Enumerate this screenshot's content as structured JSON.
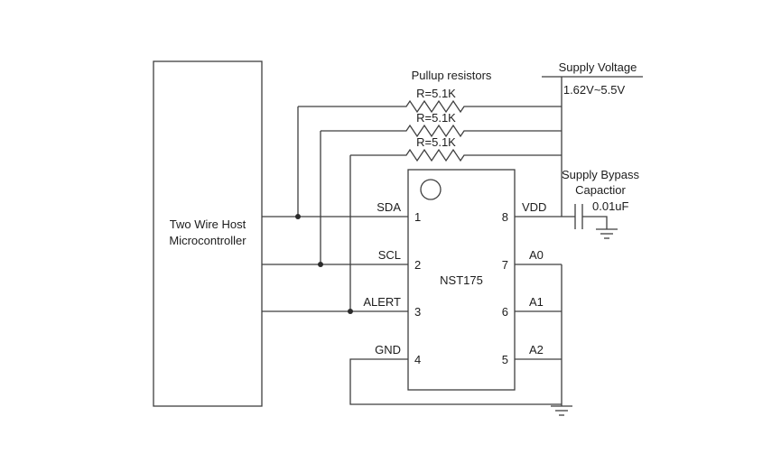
{
  "diagram": {
    "microcontroller": {
      "line1": "Two Wire Host",
      "line2": "Microcontroller"
    },
    "chip": {
      "name": "NST175",
      "left_pins": [
        {
          "num": "1",
          "label": "SDA"
        },
        {
          "num": "2",
          "label": "SCL"
        },
        {
          "num": "3",
          "label": "ALERT"
        },
        {
          "num": "4",
          "label": "GND"
        }
      ],
      "right_pins": [
        {
          "num": "8",
          "label": "VDD"
        },
        {
          "num": "7",
          "label": "A0"
        },
        {
          "num": "6",
          "label": "A1"
        },
        {
          "num": "5",
          "label": "A2"
        }
      ]
    },
    "pullups": {
      "heading": "Pullup resistors",
      "values": [
        "R=5.1K",
        "R=5.1K",
        "R=5.1K"
      ]
    },
    "supply": {
      "label": "Supply Voltage",
      "range": "1.62V~5.5V"
    },
    "bypass": {
      "label_line1": "Supply Bypass",
      "label_line2": "Capactior",
      "value": "0.01uF"
    },
    "colors": {
      "wire": "#3f3f3f",
      "text": "#1c1c1c",
      "background": "#ffffff"
    }
  }
}
